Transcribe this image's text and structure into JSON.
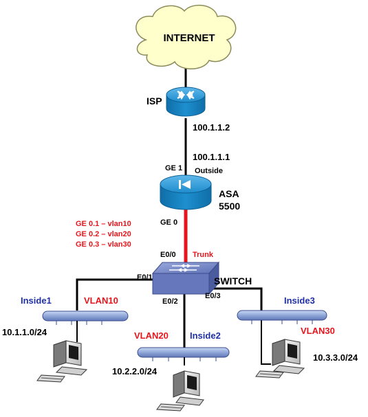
{
  "internet": {
    "label": "INTERNET"
  },
  "isp": {
    "label": "ISP",
    "ip": "100.1.1.2"
  },
  "asa": {
    "name": "ASA",
    "model": "5500",
    "outside_ip": "100.1.1.1",
    "outside_port": "GE 1",
    "outside_label": "Outside",
    "inside_port": "GE 0",
    "subinterfaces": [
      "GE 0.1 – vlan10",
      "GE 0.2 – vlan20",
      "GE 0.3 – vlan30"
    ]
  },
  "trunk": {
    "label": "Trunk"
  },
  "switch": {
    "label": "SWITCH",
    "ports": {
      "e00": "E0/0",
      "e01": "E0/1",
      "e02": "E0/2",
      "e03": "E0/3"
    }
  },
  "segments": [
    {
      "name": "Inside1",
      "vlan": "VLAN10",
      "subnet": "10.1.1.0/24"
    },
    {
      "name": "Inside2",
      "vlan": "VLAN20",
      "subnet": "10.2.2.0/24"
    },
    {
      "name": "Inside3",
      "vlan": "VLAN30",
      "subnet": "10.3.3.0/24"
    }
  ],
  "colors": {
    "trunk_link": "#e8141b",
    "vlan_label": "#e8141b",
    "segment_label": "#1f2fa6",
    "cloud_fill": "#ffffcc",
    "cloud_stroke": "#8a8a5a",
    "cisco_blue": "#1e8fcf",
    "switch_fill": "#6b7fc0"
  }
}
